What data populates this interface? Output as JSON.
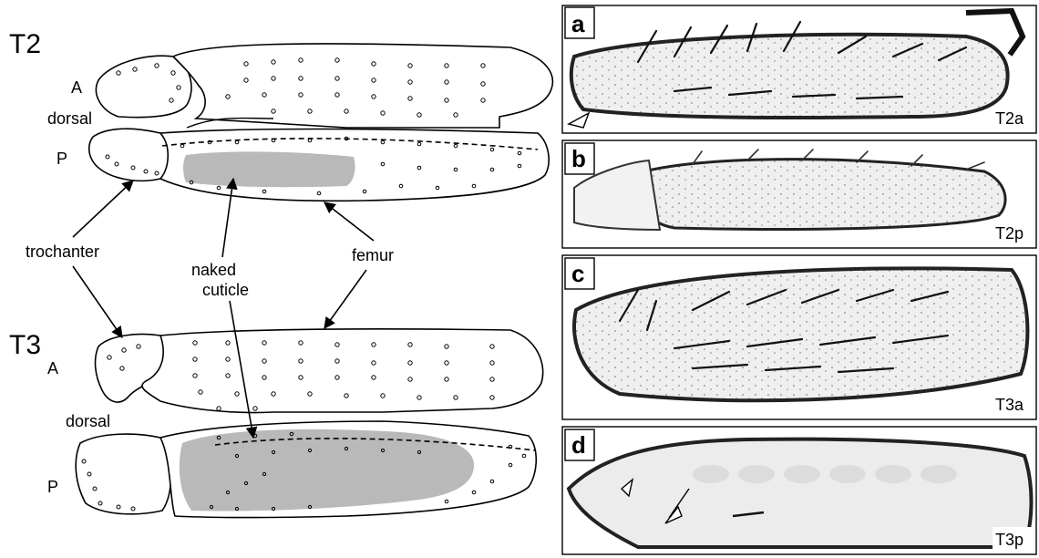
{
  "diagram": {
    "segment_top": "T2",
    "segment_bottom": "T3",
    "side_anterior": "A",
    "side_dorsal": "dorsal",
    "side_posterior": "P",
    "callout_trochanter": "trochanter",
    "callout_naked_cuticle_line1": "naked",
    "callout_naked_cuticle_line2": "cuticle",
    "callout_femur": "femur"
  },
  "panels": [
    {
      "letter": "a",
      "tag": "T2a"
    },
    {
      "letter": "b",
      "tag": "T2p"
    },
    {
      "letter": "c",
      "tag": "T3a"
    },
    {
      "letter": "d",
      "tag": "T3p"
    }
  ],
  "colors": {
    "naked_cuticle": "#b9b9b9",
    "outline": "#000000",
    "micrograph_bg": "#e9e9e9"
  }
}
